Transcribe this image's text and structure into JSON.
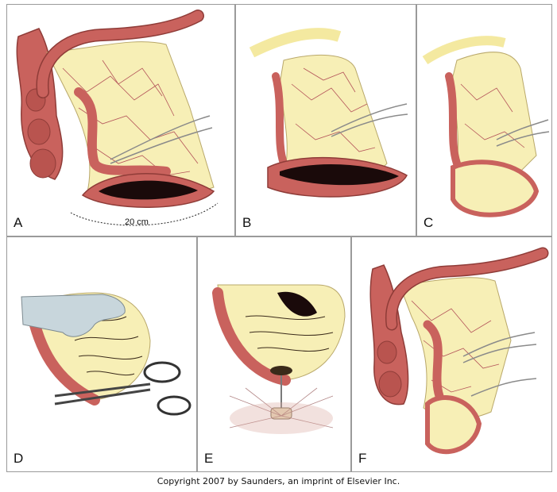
{
  "panels": [
    {
      "label": "A"
    },
    {
      "label": "B"
    },
    {
      "label": "C"
    },
    {
      "label": "D"
    },
    {
      "label": "E"
    },
    {
      "label": "F"
    }
  ],
  "measurement": "20 cm",
  "copyright": "Copyright 2007 by Saunders, an imprint of Elsevier Inc.",
  "colors": {
    "bowel": "#c9625d",
    "bowel_dark": "#8f3c38",
    "mesentery": "#f7efb6",
    "vessel": "#b4545a",
    "lumen": "#1a0a0a",
    "suture": "#8a8a8a"
  },
  "icons": [
    "scissors-icon",
    "gloved-hand-icon",
    "stapler-icon"
  ]
}
